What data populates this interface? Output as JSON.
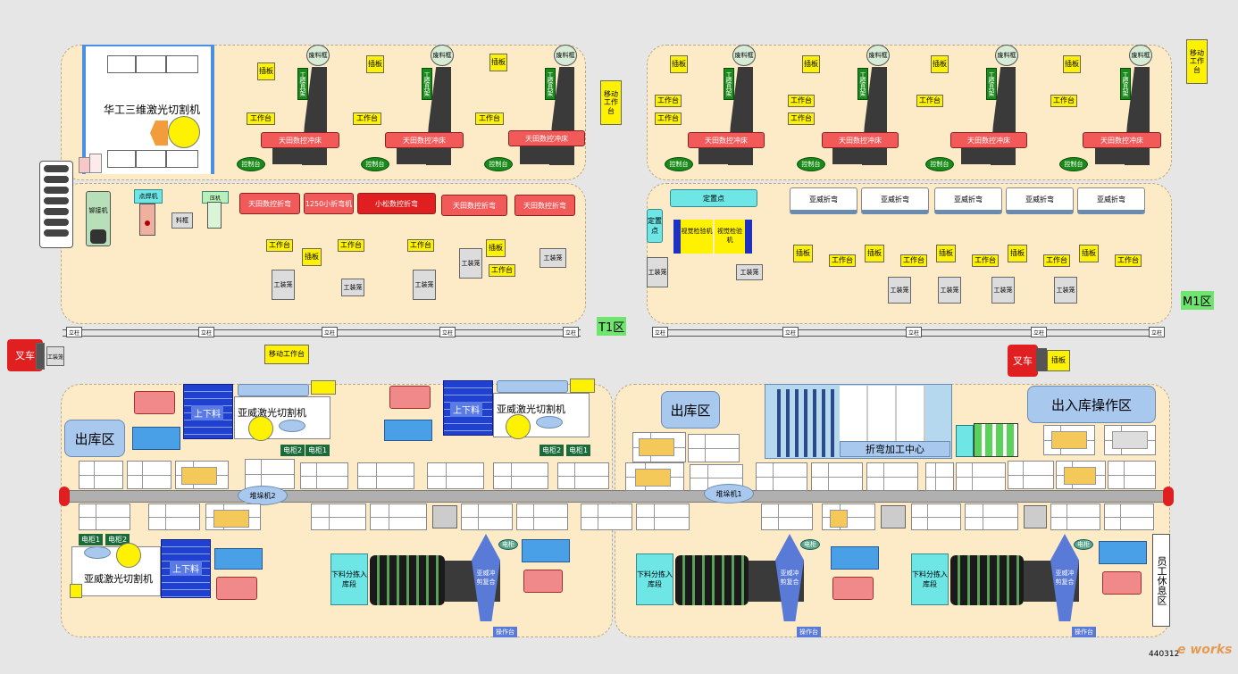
{
  "zones": {
    "t1": "T1区",
    "m1": "M1区"
  },
  "labels": {
    "laser3d": "华工三维激光切割机",
    "tianshu_press": "天田数控冲床",
    "tianshu_bend": "天田数控折弯",
    "bend1250": "1250小折弯机",
    "komatsu_bend": "小松数控折弯",
    "yawei_bend": "亚威折弯",
    "yawei_laser": "亚威激光切割机",
    "plug": "插板",
    "workbench": "工作台",
    "mobile_bench": "移动工作台",
    "control": "控制台",
    "waste": "废料框",
    "toolcage": "工装笼",
    "material_frame": "料框",
    "pillar": "立柱",
    "forklift": "叉车",
    "riveting": "铆接机",
    "spotweld": "点焊机",
    "press_machine": "压机",
    "clamp": "工模具架",
    "fixed_point": "定置点",
    "vision": "视觉检验机",
    "outbound": "出库区",
    "in_out_ops": "出入库操作区",
    "load_unload": "上下料",
    "cabinet1": "电柜1",
    "cabinet2": "电柜2",
    "stacker1": "堆垛机1",
    "stacker2": "堆垛机2",
    "sorting": "下料分拣入库段",
    "shear": "亚威冲剪复合",
    "ops": "操作台",
    "bending_center": "折弯加工中心",
    "staff_rest": "员工休息区",
    "electric": "电柜",
    "footer": "440312",
    "watermark": "e works"
  },
  "colors": {
    "zone": "#fdebc8",
    "press": "#f25a5a",
    "plug": "#fff200",
    "control": "#1a8a1a",
    "blue": "#1f3fcf"
  }
}
